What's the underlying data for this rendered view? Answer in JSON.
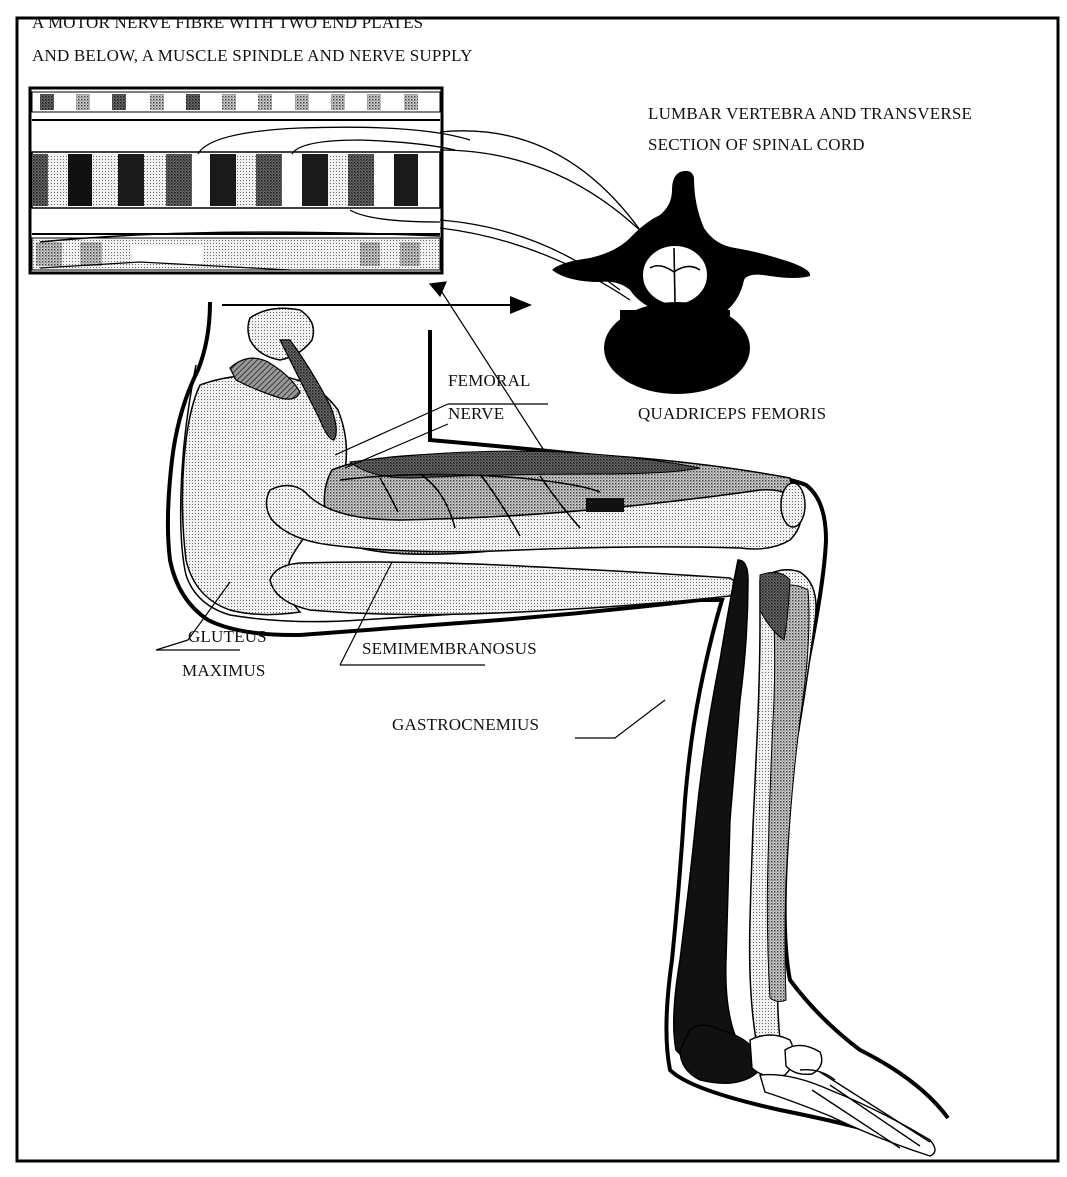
{
  "heading": {
    "line1": "A MOTOR NERVE FIBRE WITH TWO END PLATES",
    "line2": "AND BELOW, A MUSCLE SPINDLE AND NERVE SUPPLY"
  },
  "vertebra_caption": {
    "line1": "LUMBAR VERTEBRA AND TRANSVERSE",
    "line2": "SECTION OF SPINAL CORD"
  },
  "labels": {
    "femoral_1": "FEMORAL",
    "femoral_2": "NERVE",
    "quadriceps": "QUADRICEPS FEMORIS",
    "gluteus_1": "GLUTEUS",
    "gluteus_2": "MAXIMUS",
    "semimembranosus": "SEMIMEMBRANOSUS",
    "gastrocnemius": "GASTROCNEMIUS"
  }
}
